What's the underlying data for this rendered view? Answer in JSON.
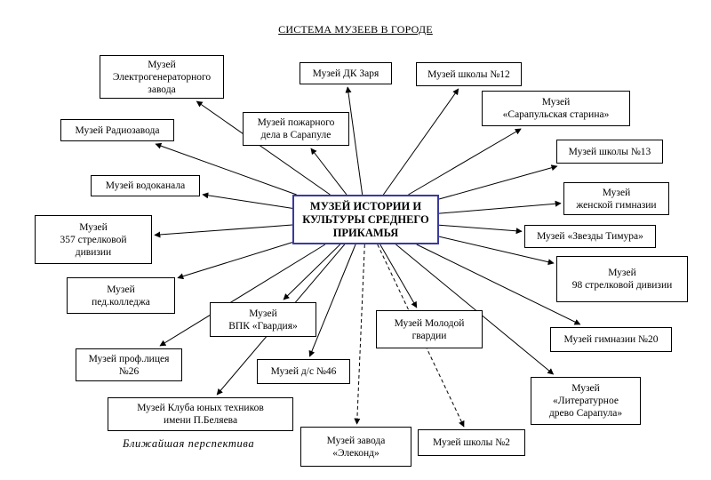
{
  "title": "СИСТЕМА МУЗЕЕВ В ГОРОДЕ",
  "center": {
    "label": "МУЗЕЙ ИСТОРИИ И\nКУЛЬТУРЫ СРЕДНЕГО\nПРИКАМЬЯ"
  },
  "museums": [
    {
      "label": "Музей\nЭлектрогенераторного\nзавода",
      "link": "solid"
    },
    {
      "label": "Музей ДК Заря",
      "link": "solid"
    },
    {
      "label": "Музей школы №12",
      "link": "solid"
    },
    {
      "label": "Музей Радиозавода",
      "link": "solid"
    },
    {
      "label": "Музей пожарного\nдела в Сарапуле",
      "link": "solid"
    },
    {
      "label": "Музей\n«Сарапульская старина»",
      "link": "solid"
    },
    {
      "label": "Музей школы №13",
      "link": "solid"
    },
    {
      "label": "Музей водоканала",
      "link": "solid"
    },
    {
      "label": "Музей\nженской гимназии",
      "link": "solid"
    },
    {
      "label": "Музей\n357 стрелковой\nдивизии",
      "link": "solid"
    },
    {
      "label": "Музей «Звезды Тимура»",
      "link": "solid"
    },
    {
      "label": "Музей\n98 стрелковой дивизии",
      "link": "solid"
    },
    {
      "label": "Музей\nпед.колледжа",
      "link": "solid"
    },
    {
      "label": "Музей\nВПК «Гвардия»",
      "link": "solid"
    },
    {
      "label": "Музей Молодой\nгвардии",
      "link": "solid"
    },
    {
      "label": "Музей гимназии №20",
      "link": "solid"
    },
    {
      "label": "Музей проф.лицея\n№26",
      "link": "solid"
    },
    {
      "label": "Музей д/с №46",
      "link": "solid"
    },
    {
      "label": "Музей\n«Литературное\nдрево Сарапула»",
      "link": "solid"
    },
    {
      "label": "Музей Клуба юных техников\nимени П.Беляева",
      "link": "solid"
    },
    {
      "label": "Музей завода\n«Элеконд»",
      "link": "dashed"
    },
    {
      "label": "Музей школы №2",
      "link": "dashed"
    }
  ],
  "note": "Ближайшая перспектива"
}
